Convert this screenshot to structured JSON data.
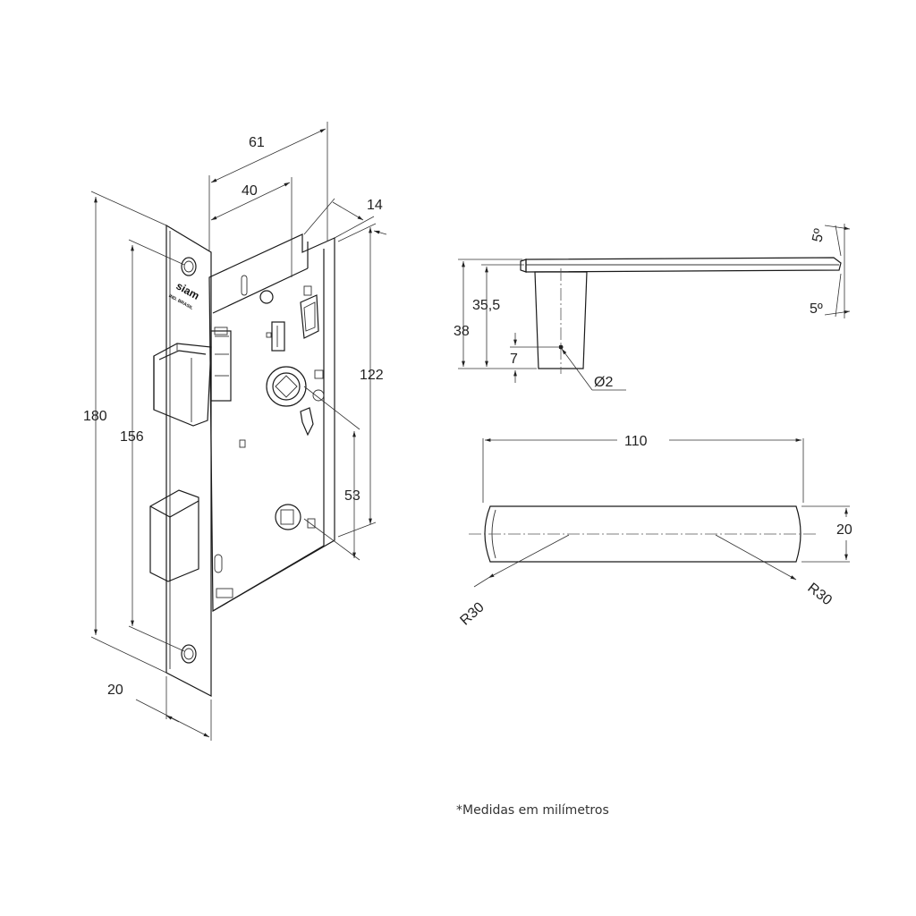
{
  "lock_dimensions": {
    "width_total": "61",
    "backset": "40",
    "case_depth": "14",
    "faceplate_height": "180",
    "screw_spacing": "156",
    "case_height": "122",
    "spindle_to_key": "53",
    "faceplate_width": "20"
  },
  "lock_branding": {
    "brand": "siam",
    "origin_mark": "IND. BRASIL"
  },
  "handle_side_dimensions": {
    "angle_top": "5º",
    "angle_bottom": "5º",
    "height_total": "38",
    "height_rose": "35,5",
    "hole_offset": "7",
    "hole_diameter": "Ø2"
  },
  "handle_top_dimensions": {
    "length": "110",
    "width": "20",
    "radius_left": "R30",
    "radius_right": "R30"
  },
  "footnote": "*Medidas em milímetros"
}
